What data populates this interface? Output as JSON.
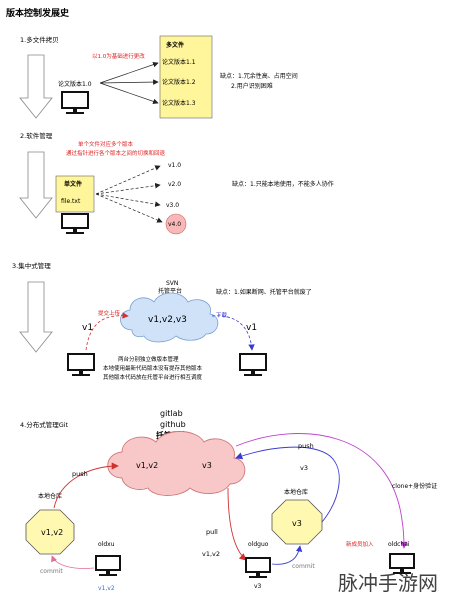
{
  "title": "版本控制发展史",
  "section1": {
    "heading": "1.多文件拷贝",
    "red_note": "以1.0为基础进行更改",
    "box_title": "多文件",
    "files": [
      "论文版本1.1",
      "论文版本1.2",
      "论文版本1.3"
    ],
    "source_file": "论文版本1.0",
    "cons_line1": "缺点：1.冗余性高、占用空间",
    "cons_line2": "2.用户识别困难"
  },
  "section2": {
    "heading": "2.软件管理",
    "red_note_line1": "单个文件对应多个版本",
    "red_note_line2": "通过指针进行各个版本之间的切换和回退",
    "box_title": "单文件",
    "file_name": "file.txt",
    "versions": [
      "v1.0",
      "v2.0",
      "v3.0",
      "v4.0"
    ],
    "cons": "缺点：1.只能本地使用，不能多人协作"
  },
  "section3": {
    "heading": "3.集中式管理",
    "svn_line1": "SVN",
    "svn_line2": "托管平台",
    "cloud_text": "v1,v2,v3",
    "upload_label": "提交上传",
    "download_label": "下载",
    "left_version": "v1",
    "right_version": "v1",
    "cons": "缺点：1.如果断网、托管平台就废了",
    "desc_line1": "两台分别独立做版本管理",
    "desc_line2": "本地使用最新代码版本没有提存其他版本",
    "desc_line3": "其他版本代码放在托管平台进行相互调度"
  },
  "section4": {
    "heading": "4.分布式管理Git",
    "platform_line1": "gitlab",
    "platform_line2": "github",
    "platform_line3": "托管平台",
    "cloud_left": "v1,v2",
    "cloud_right": "v3",
    "left_push": "push",
    "right_push": "push",
    "pull_label": "pull",
    "v3_label": "v3",
    "clone_label": "clone+身份验证",
    "left_repo_label": "本地仓库",
    "left_repo_versions": "v1,v2",
    "right_repo_label": "本地仓库",
    "right_repo_version": "v3",
    "user_left": "oldxu",
    "user_mid": "oldguo",
    "user_right": "oldchai",
    "commit_left": "commit",
    "commit_mid": "commit",
    "bottom_left": "v1,v2",
    "bottom_mid": "v3",
    "pull_versions": "v1,v2",
    "new_member": "新成员加入"
  },
  "watermark": "脉冲手游网"
}
